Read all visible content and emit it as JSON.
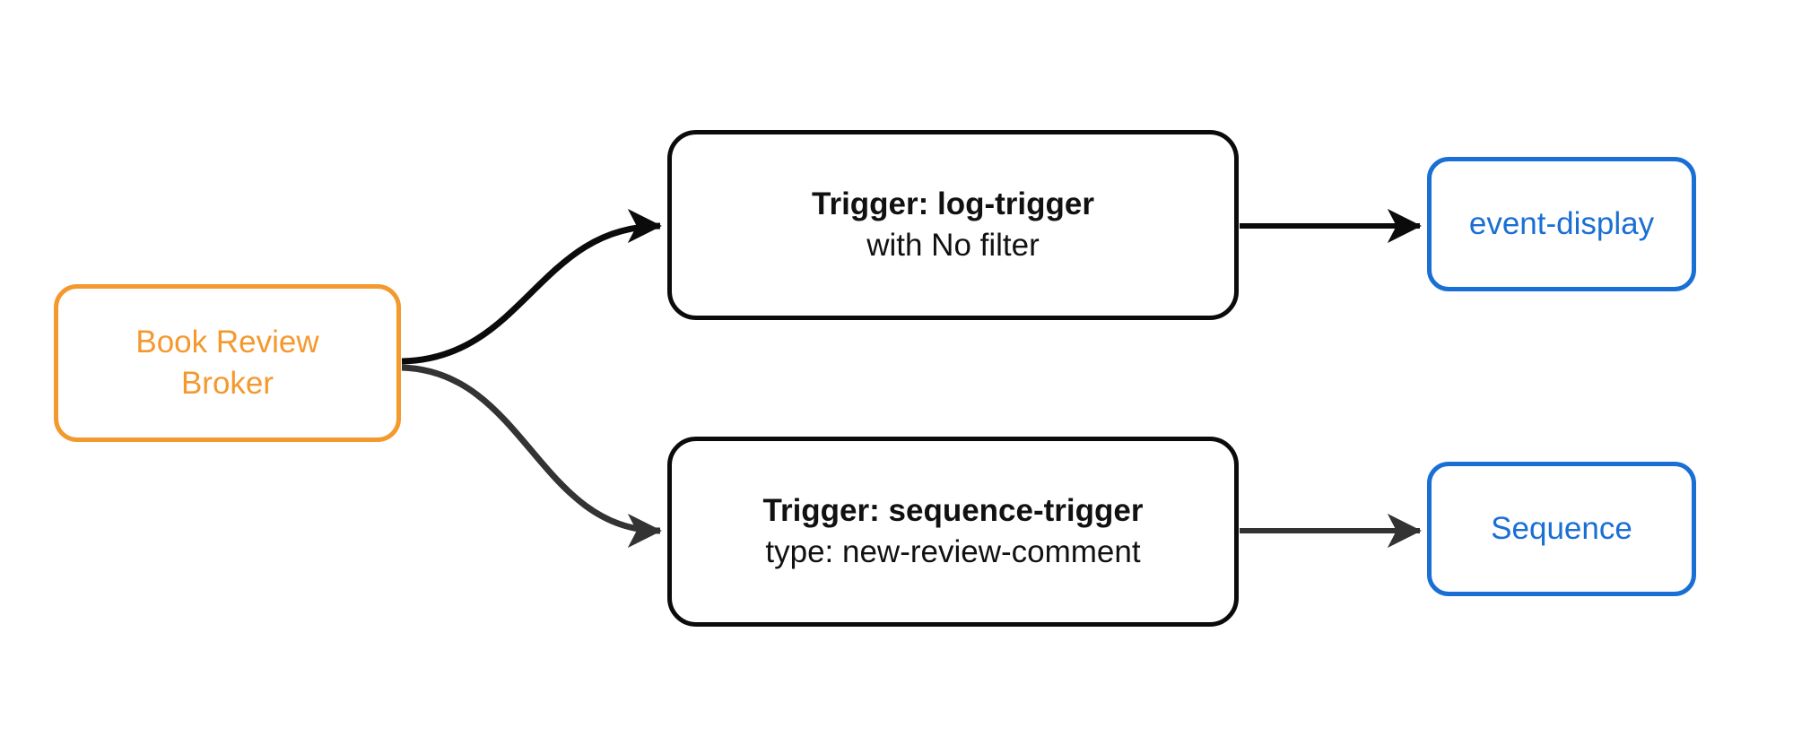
{
  "diagram": {
    "type": "flowchart",
    "background_color": "#ffffff",
    "nodes": {
      "broker": {
        "label_line1": "Book Review",
        "label_line2": "Broker",
        "accent_color": "#F3992E"
      },
      "log_trigger": {
        "title": "Trigger: log-trigger",
        "subtitle": "with No filter",
        "accent_color": "#0b0b0b"
      },
      "sequence_trigger": {
        "title": "Trigger: sequence-trigger",
        "subtitle": "type: new-review-comment",
        "accent_color": "#0b0b0b"
      },
      "event_display": {
        "label": "event-display",
        "accent_color": "#1A6FD4"
      },
      "sequence": {
        "label": "Sequence",
        "accent_color": "#1A6FD4"
      }
    },
    "edges": [
      {
        "from": "broker",
        "to": "log_trigger",
        "style": "curved",
        "color": "#0b0b0b"
      },
      {
        "from": "broker",
        "to": "sequence_trigger",
        "style": "curved",
        "color": "#333333"
      },
      {
        "from": "log_trigger",
        "to": "event_display",
        "style": "straight",
        "color": "#0b0b0b"
      },
      {
        "from": "sequence_trigger",
        "to": "sequence",
        "style": "straight",
        "color": "#333333"
      }
    ]
  }
}
